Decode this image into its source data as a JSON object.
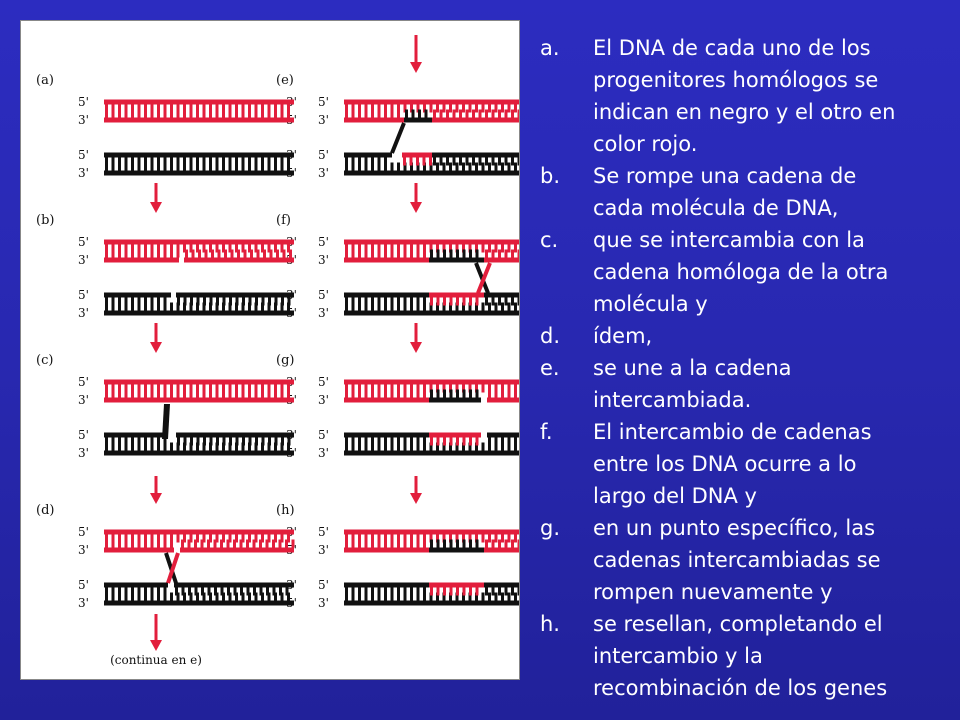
{
  "figure": {
    "panels": [
      {
        "letter": "(a)",
        "col": 0,
        "row": 0
      },
      {
        "letter": "(b)",
        "col": 0,
        "row": 1
      },
      {
        "letter": "(c)",
        "col": 0,
        "row": 2
      },
      {
        "letter": "(d)",
        "col": 0,
        "row": 3
      },
      {
        "letter": "(e)",
        "col": 1,
        "row": 0
      },
      {
        "letter": "(f)",
        "col": 1,
        "row": 1
      },
      {
        "letter": "(g)",
        "col": 1,
        "row": 2
      },
      {
        "letter": "(h)",
        "col": 1,
        "row": 3
      }
    ],
    "strand_labels_left": [
      "5'",
      "3'",
      "5'",
      "3'"
    ],
    "strand_labels_right": [
      "3'",
      "5'",
      "3'",
      "5'"
    ],
    "caption": "(continua en e)",
    "colors": {
      "red": "#e21e3c",
      "black": "#111111",
      "panel": "#ffffff"
    }
  },
  "steps": [
    {
      "marker": "a.",
      "lines": [
        "El DNA de cada uno de los",
        "progenitores homólogos se",
        "indican en negro y el otro en",
        "color rojo."
      ]
    },
    {
      "marker": "b.",
      "lines": [
        "Se rompe una cadena de",
        "cada molécula de DNA,"
      ]
    },
    {
      "marker": "c.",
      "lines": [
        "que se intercambia con la",
        "cadena homóloga de la otra",
        "molécula y"
      ]
    },
    {
      "marker": "d.",
      "lines": [
        "ídem,"
      ]
    },
    {
      "marker": "e.",
      "lines": [
        "se une a la cadena",
        "intercambiada."
      ]
    },
    {
      "marker": "f.",
      "lines": [
        "El intercambio de cadenas",
        "entre los DNA ocurre a lo",
        "largo del DNA y"
      ]
    },
    {
      "marker": "g.",
      "lines": [
        " en un punto específico, las",
        "cadenas intercambiadas se",
        "rompen nuevamente y"
      ]
    },
    {
      "marker": "h.",
      "lines": [
        " se resellan, completando el",
        "intercambio y la",
        "recombinación de los genes"
      ]
    }
  ]
}
